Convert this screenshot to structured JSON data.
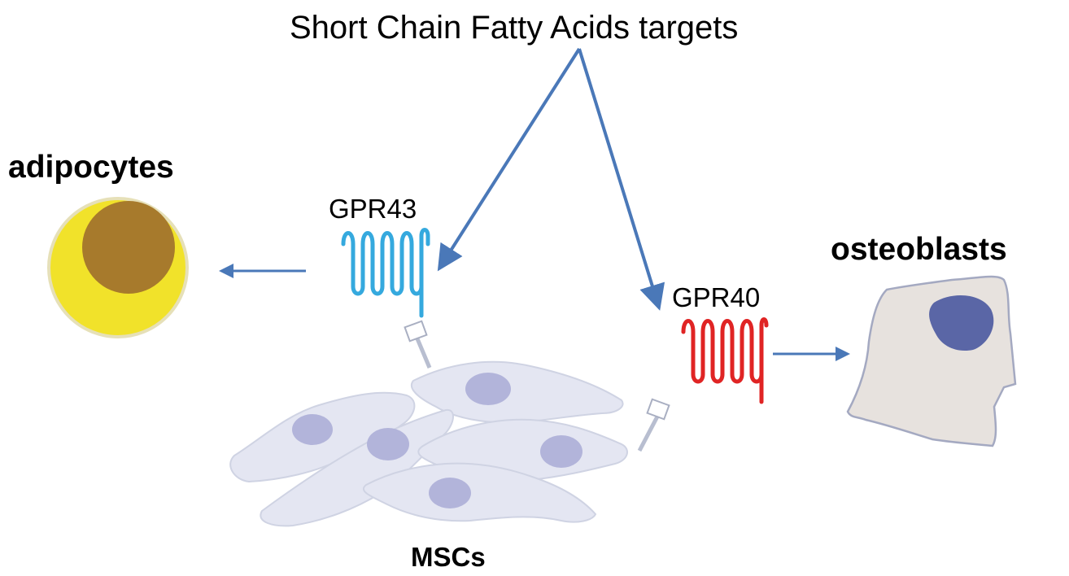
{
  "title": "Short Chain Fatty Acids targets",
  "labels": {
    "adipocytes": "adipocytes",
    "osteoblasts": "osteoblasts",
    "gpr43": "GPR43",
    "gpr40": "GPR40",
    "mscs": "MSCs"
  },
  "colors": {
    "arrow": "#4a78b8",
    "gpr43_receptor": "#35a9de",
    "gpr40_receptor": "#e02424",
    "adipocyte_cytoplasm": "#f1e22a",
    "adipocyte_nucleus": "#a77a2c",
    "osteoblast_body": "#e7e2de",
    "osteoblast_nucleus": "#5a66a6",
    "msc_body": "#e4e6f2",
    "msc_nucleus": "#b2b4da"
  }
}
